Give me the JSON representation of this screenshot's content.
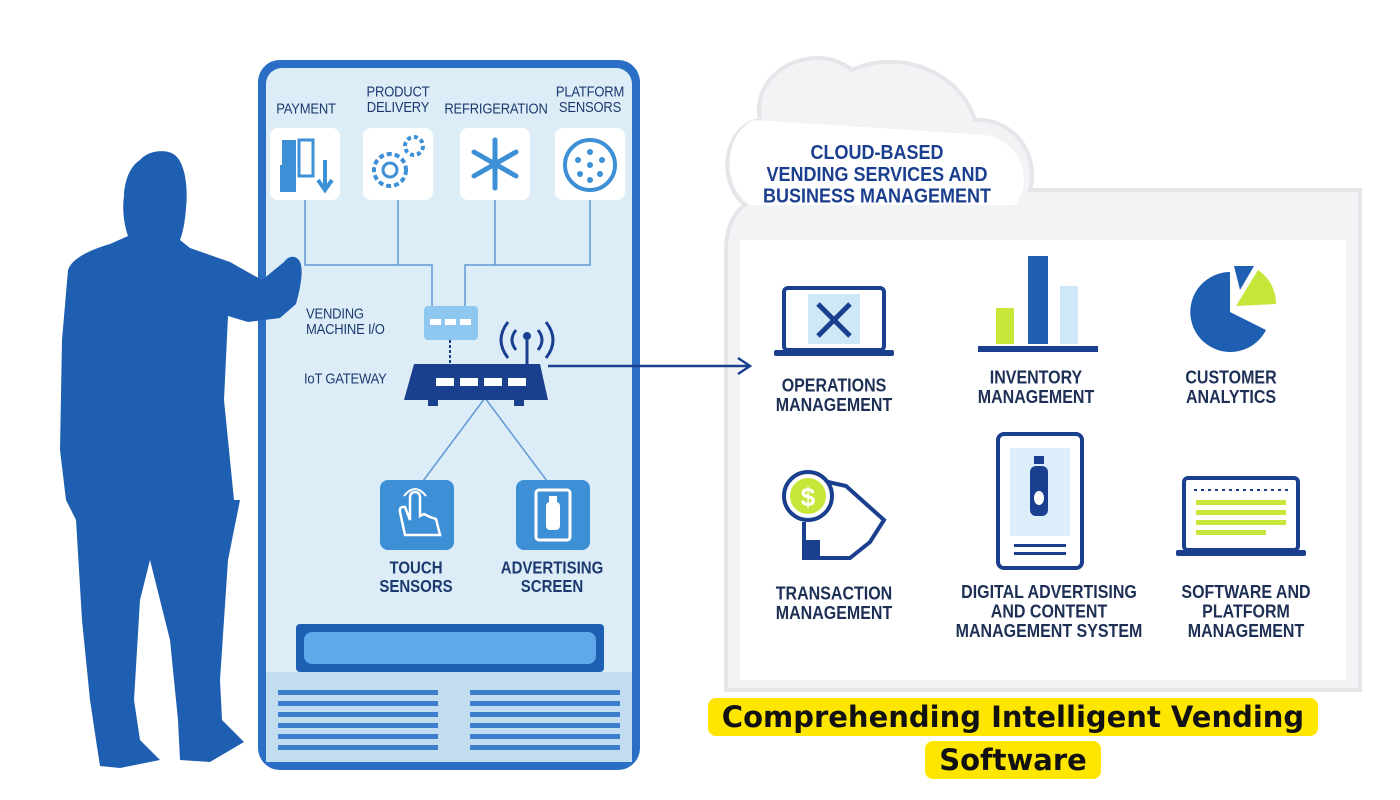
{
  "machine": {
    "components": {
      "payment": "PAYMENT",
      "product_delivery_line1": "PRODUCT",
      "product_delivery_line2": "DELIVERY",
      "refrigeration": "REFRIGERATION",
      "platform_sensors_line1": "PLATFORM",
      "platform_sensors_line2": "SENSORS"
    },
    "vending_io_line1": "VENDING",
    "vending_io_line2": "MACHINE I/O",
    "iot_gateway": "IoT GATEWAY",
    "touch_sensors_line1": "TOUCH",
    "touch_sensors_line2": "SENSORS",
    "advertising_line1": "ADVERTISING",
    "advertising_line2": "SCREEN"
  },
  "cloud": {
    "title_line1": "CLOUD-BASED",
    "title_line2": "VENDING SERVICES AND",
    "title_line3": "BUSINESS MANAGEMENT",
    "services": {
      "operations": [
        "OPERATIONS",
        "MANAGEMENT"
      ],
      "inventory": [
        "INVENTORY",
        "MANAGEMENT"
      ],
      "customer": [
        "CUSTOMER",
        "ANALYTICS"
      ],
      "transaction": [
        "TRANSACTION",
        "MANAGEMENT"
      ],
      "digital": [
        "DIGITAL ADVERTISING",
        "AND CONTENT",
        "MANAGEMENT SYSTEM"
      ],
      "software": [
        "SOFTWARE AND",
        "PLATFORM MANAGEMENT"
      ]
    }
  },
  "caption": "Comprehending Intelligent Vending Software",
  "colors": {
    "dark_blue": "#1a3f8f",
    "mid_blue": "#3d8fd6",
    "light_blue": "#dbeefa",
    "lime": "#c6e63a",
    "highlight": "#ffe600"
  },
  "icons": [
    "person-silhouette",
    "payment-icon",
    "gears-icon",
    "snowflake-icon",
    "sensor-disc-icon",
    "router-icon",
    "wifi-signal-icon",
    "touch-hand-icon",
    "bottle-screen-icon",
    "laptop-tools-icon",
    "bar-chart-icon",
    "pie-chart-icon",
    "dollar-hand-icon",
    "tablet-bottle-icon",
    "laptop-screen-icon",
    "cloud-shape"
  ]
}
